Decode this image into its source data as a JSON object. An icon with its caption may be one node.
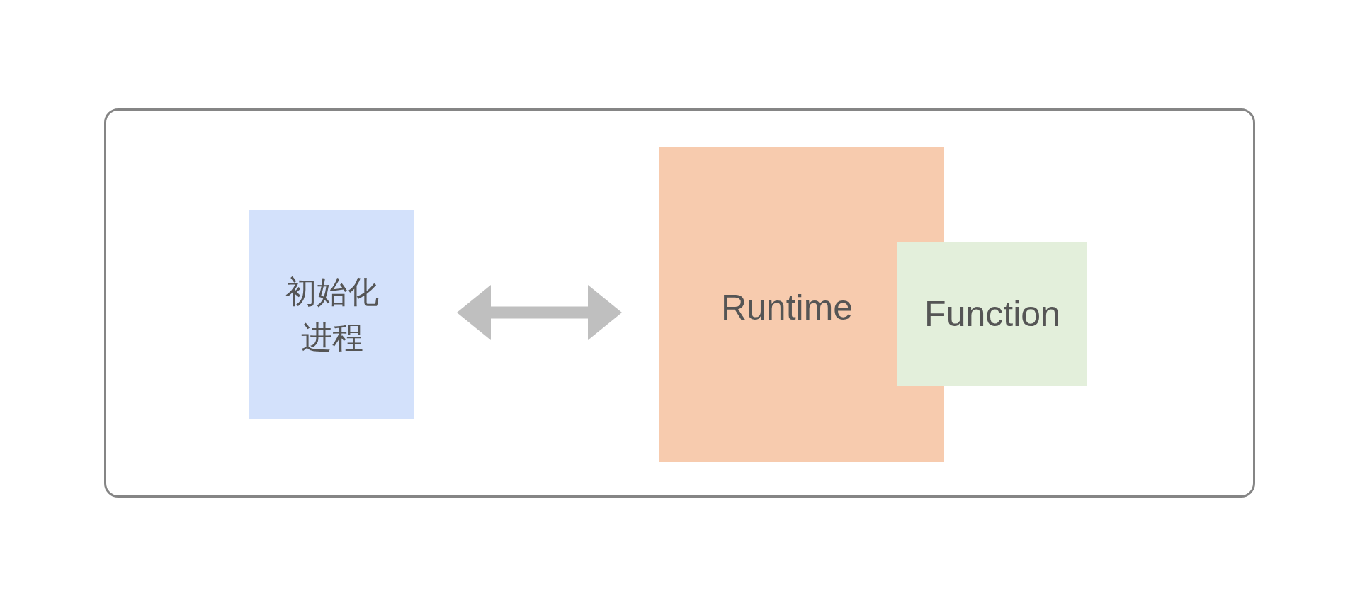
{
  "diagram": {
    "nodes": [
      {
        "text": [],
        "shape": "box"
      },
      {
        "text": [
          "初始化进程"
        ],
        "in": 0
      },
      {
        "text": [
          "Runtime"
        ],
        "in": 0
      },
      {
        "text": [
          "Function"
        ],
        "in": 0
      }
    ],
    "edges": [
      {
        "from": 1,
        "to": 2,
        "arrow": "both"
      }
    ]
  }
}
